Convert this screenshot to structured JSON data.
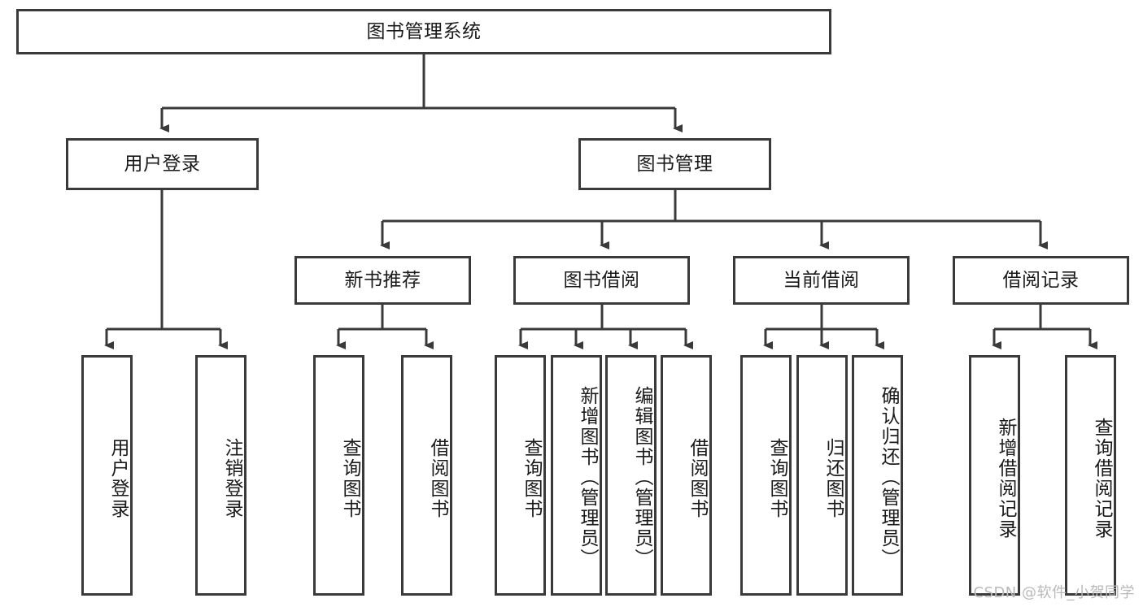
{
  "diagram": {
    "title": "图书管理系统",
    "watermark": "CSDN @软件_小贺同学",
    "line_color": "#3a3a3a",
    "background": "#ffffff",
    "text_color": "#1a1a1a",
    "nodes": {
      "root": "图书管理系统",
      "level2": [
        "用户登录",
        "图书管理"
      ],
      "level3": [
        "新书推荐",
        "图书借阅",
        "当前借阅",
        "借阅记录"
      ],
      "leaves": {
        "user_login": [
          "用户登录",
          "注销登录"
        ],
        "new_book_rec": [
          "查询图书",
          "借阅图书"
        ],
        "book_borrow": [
          "查询图书",
          "新增图书（管理员）",
          "编辑图书（管理员）",
          "借阅图书"
        ],
        "current_borrow": [
          "查询图书",
          "归还图书",
          "确认归还（管理员）"
        ],
        "borrow_record": [
          "新增借阅记录",
          "查询借阅记录"
        ]
      }
    }
  },
  "chart_data": {
    "type": "table",
    "title": "图书管理系统",
    "categories": [
      "用户登录",
      "图书管理"
    ],
    "series": [
      {
        "name": "用户登录",
        "values": [
          "用户登录",
          "注销登录"
        ]
      },
      {
        "name": "新书推荐",
        "values": [
          "查询图书",
          "借阅图书"
        ]
      },
      {
        "name": "图书借阅",
        "values": [
          "查询图书",
          "新增图书（管理员）",
          "编辑图书（管理员）",
          "借阅图书"
        ]
      },
      {
        "name": "当前借阅",
        "values": [
          "查询图书",
          "归还图书",
          "确认归还（管理员）"
        ]
      },
      {
        "name": "借阅记录",
        "values": [
          "新增借阅记录",
          "查询借阅记录"
        ]
      }
    ]
  }
}
